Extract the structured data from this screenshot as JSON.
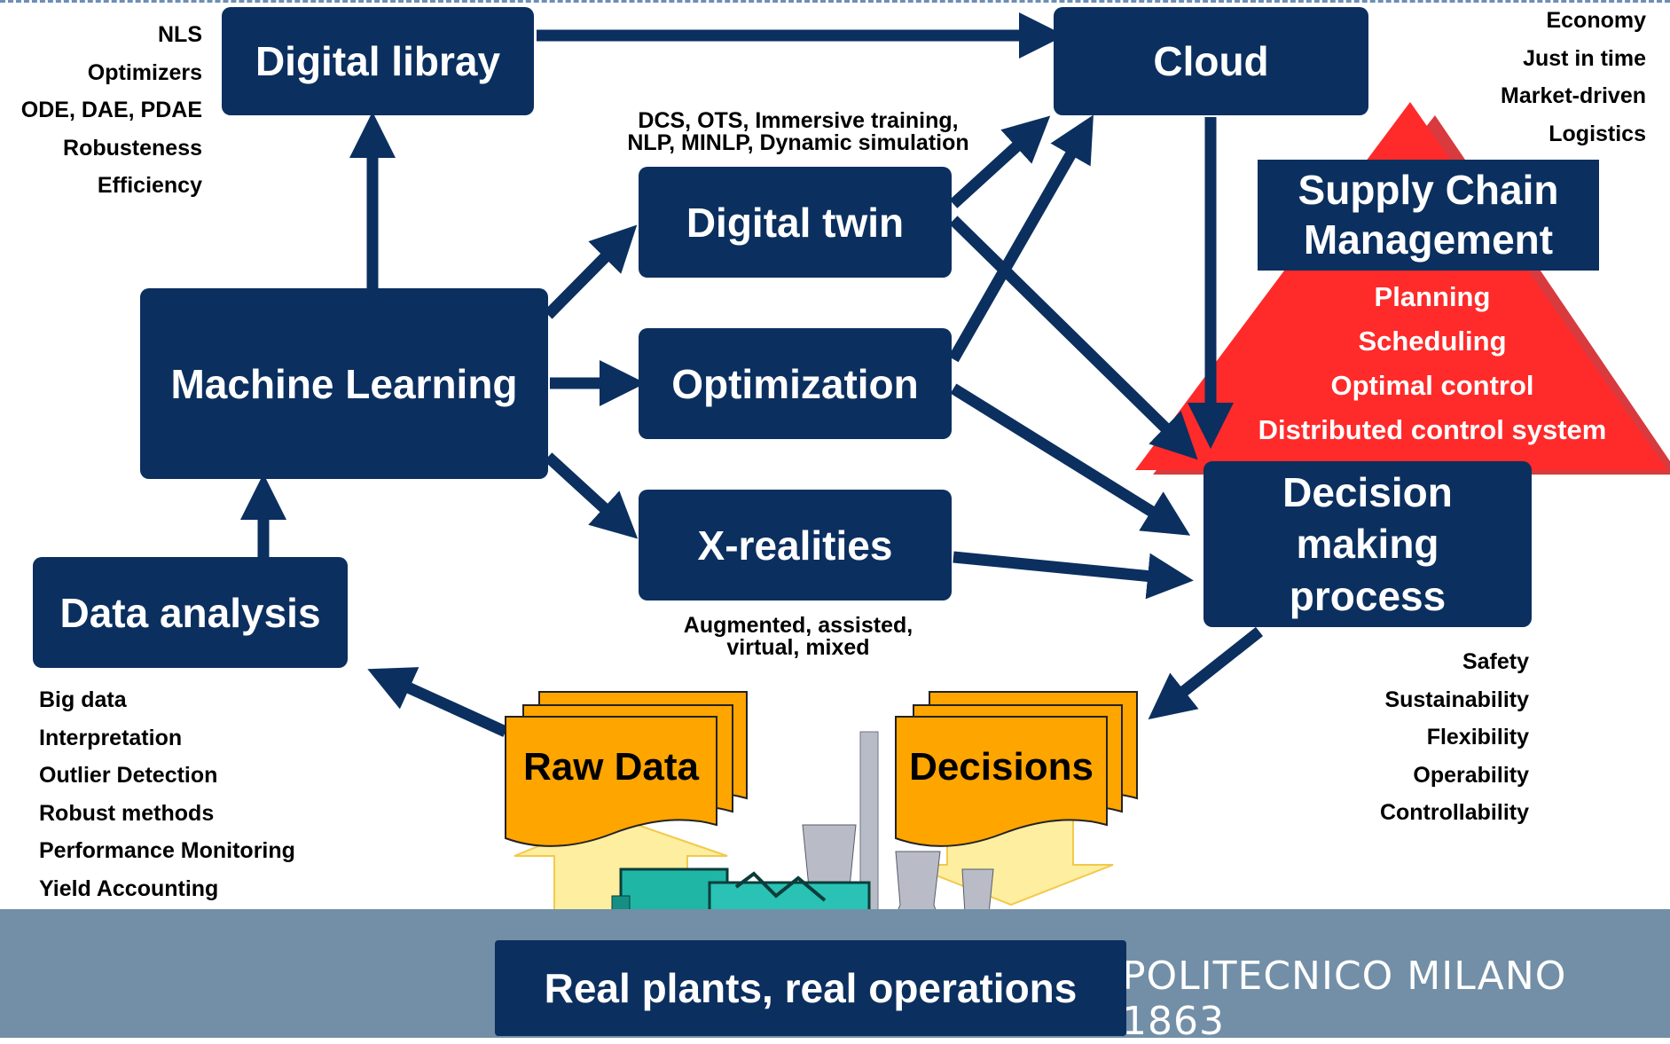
{
  "boxes": {
    "digital_library": "Digital libray",
    "cloud": "Cloud",
    "digital_twin": "Digital twin",
    "machine_learning": "Machine Learning",
    "optimization": "Optimization",
    "x_realities": "X-realities",
    "data_analysis": "Data analysis",
    "decision_making_line1": "Decision",
    "decision_making_line2": "making",
    "decision_making_line3": "process",
    "supply_chain_line1": "Supply Chain",
    "supply_chain_line2": "Management",
    "real_plants": "Real plants, real operations"
  },
  "documents": {
    "raw_data": "Raw Data",
    "decisions": "Decisions"
  },
  "supply_chain_items": [
    "Planning",
    "Scheduling",
    "Optimal control",
    "Distributed control system"
  ],
  "library_attributes": [
    "NLS",
    "Optimizers",
    "ODE, DAE, PDAE",
    "Robusteness",
    "Efficiency"
  ],
  "cloud_attributes": [
    "Economy",
    "Just in time",
    "Market-driven",
    "Logistics"
  ],
  "digital_twin_notes": [
    "DCS, OTS, Immersive training,",
    "NLP, MINLP, Dynamic simulation"
  ],
  "x_realities_notes": [
    "Augmented, assisted,",
    "virtual, mixed"
  ],
  "data_analysis_attributes": [
    "Big data",
    "Interpretation",
    "Outlier Detection",
    "Robust methods",
    "Performance Monitoring",
    "Yield Accounting"
  ],
  "decision_attributes": [
    "Safety",
    "Sustainability",
    "Flexibility",
    "Operability",
    "Controllability"
  ],
  "footer": {
    "institution": "POLITECNICO MILANO 1863"
  },
  "colors": {
    "box": "#0b2f5f",
    "arrow": "#0b2f5f",
    "triangle": "#ff2a2a",
    "document": "#ffa500",
    "footer": "#728fa7",
    "supply_items_text": "#ffffff"
  }
}
